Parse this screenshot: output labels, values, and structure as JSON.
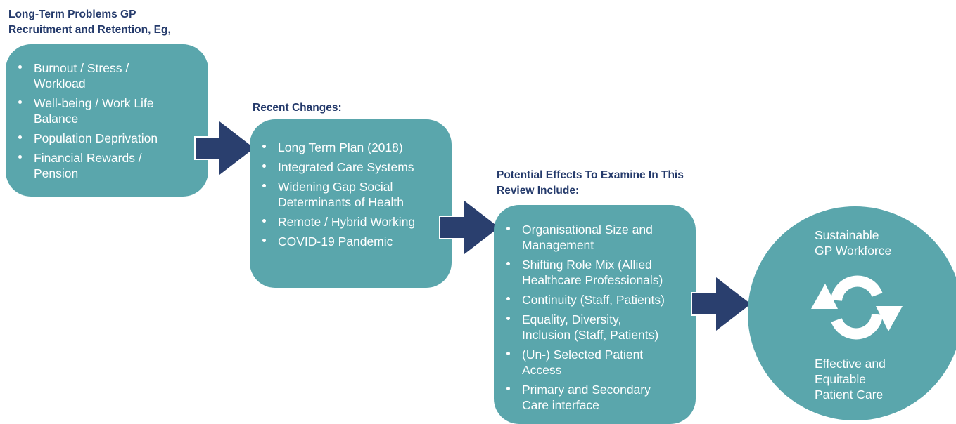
{
  "stage1": {
    "heading_line1": "Long-Term Problems GP",
    "heading_line2": "Recruitment and Retention, Eg,",
    "items": [
      {
        "line1": "Burnout / Stress /",
        "line2": "Workload"
      },
      {
        "line1": "Well-being / Work Life",
        "line2": "Balance"
      },
      {
        "line1": "Population Deprivation",
        "line2": ""
      },
      {
        "line1": "Financial Rewards /",
        "line2": "Pension"
      }
    ]
  },
  "stage2": {
    "heading": "Recent Changes:",
    "items": [
      {
        "line1": "Long Term Plan (2018)",
        "line2": ""
      },
      {
        "line1": "Integrated Care Systems",
        "line2": ""
      },
      {
        "line1": "Widening Gap Social",
        "line2": "Determinants of Health"
      },
      {
        "line1": "Remote / Hybrid Working",
        "line2": ""
      },
      {
        "line1": "COVID-19 Pandemic",
        "line2": ""
      }
    ]
  },
  "stage3": {
    "heading_line1": "Potential Effects To Examine In This",
    "heading_line2": "Review Include:",
    "items": [
      {
        "line1": "Organisational Size and",
        "line2": "Management"
      },
      {
        "line1": "Shifting Role Mix (Allied",
        "line2": "Healthcare Professionals)"
      },
      {
        "line1": "Continuity (Staff, Patients)",
        "line2": ""
      },
      {
        "line1": "Equality, Diversity,",
        "line2": "Inclusion (Staff, Patients)"
      },
      {
        "line1": "(Un-) Selected Patient",
        "line2": "Access"
      },
      {
        "line1": "Primary and Secondary",
        "line2": "Care interface"
      }
    ]
  },
  "outcome": {
    "top_line1": "Sustainable",
    "top_line2": "GP Workforce",
    "bottom_line1": "Effective and",
    "bottom_line2": "Equitable",
    "bottom_line3": "Patient Care",
    "icon": "cycle-arrows-icon"
  },
  "colors": {
    "box_fill": "#5aa6ac",
    "arrow_fill": "#2a3f6e",
    "heading_text": "#243a6b",
    "box_text": "#ffffff"
  }
}
